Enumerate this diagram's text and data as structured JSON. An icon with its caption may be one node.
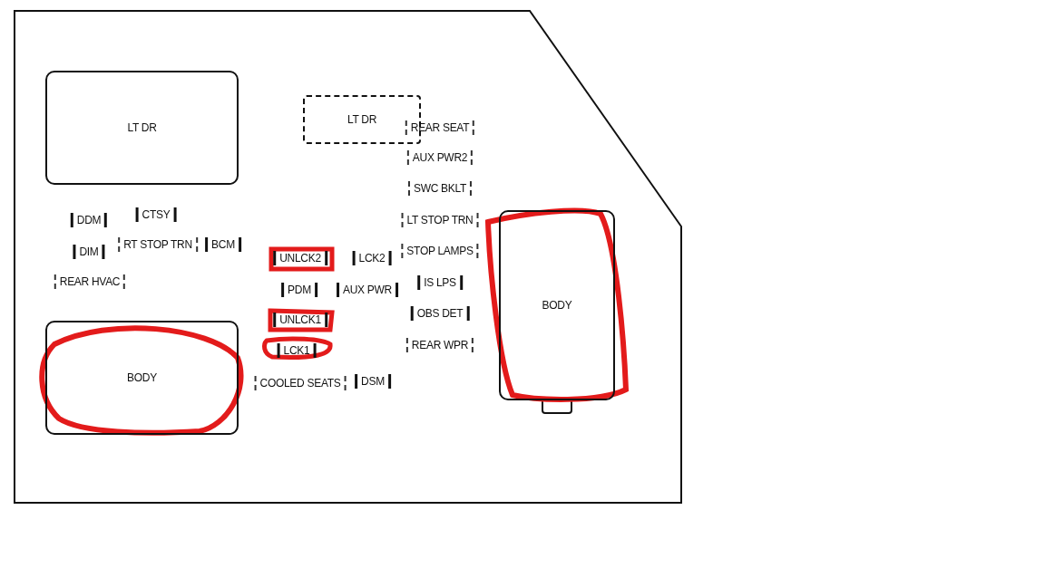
{
  "diagram": {
    "nodes": [
      {
        "text": [
          "LT DR"
        ]
      },
      {
        "text": [
          "LT DR"
        ]
      },
      {
        "text": [
          "REAR SEAT"
        ]
      },
      {
        "text": [
          "AUX PWR2"
        ]
      },
      {
        "text": [
          "SWC BKLT"
        ]
      },
      {
        "text": [
          "LT STOP TRN"
        ]
      },
      {
        "text": [
          "STOP LAMPS"
        ]
      },
      {
        "text": [
          "IS LPS"
        ]
      },
      {
        "text": [
          "OBS DET"
        ]
      },
      {
        "text": [
          "REAR WPR"
        ]
      },
      {
        "text": [
          "BODY"
        ]
      },
      {
        "text": [
          "DDM"
        ]
      },
      {
        "text": [
          "CTSY"
        ]
      },
      {
        "text": [
          "DIM"
        ]
      },
      {
        "text": [
          "RT STOP TRN"
        ]
      },
      {
        "text": [
          "BCM"
        ]
      },
      {
        "text": [
          "REAR HVAC"
        ]
      },
      {
        "text": [
          "UNLCK2"
        ]
      },
      {
        "text": [
          "LCK2"
        ]
      },
      {
        "text": [
          "PDM"
        ]
      },
      {
        "text": [
          "AUX PWR"
        ]
      },
      {
        "text": [
          "UNLCK1"
        ]
      },
      {
        "text": [
          "LCK1"
        ]
      },
      {
        "text": [
          "COOLED SEATS"
        ]
      },
      {
        "text": [
          "DSM"
        ]
      },
      {
        "text": [
          "BODY"
        ]
      }
    ],
    "edges": []
  }
}
